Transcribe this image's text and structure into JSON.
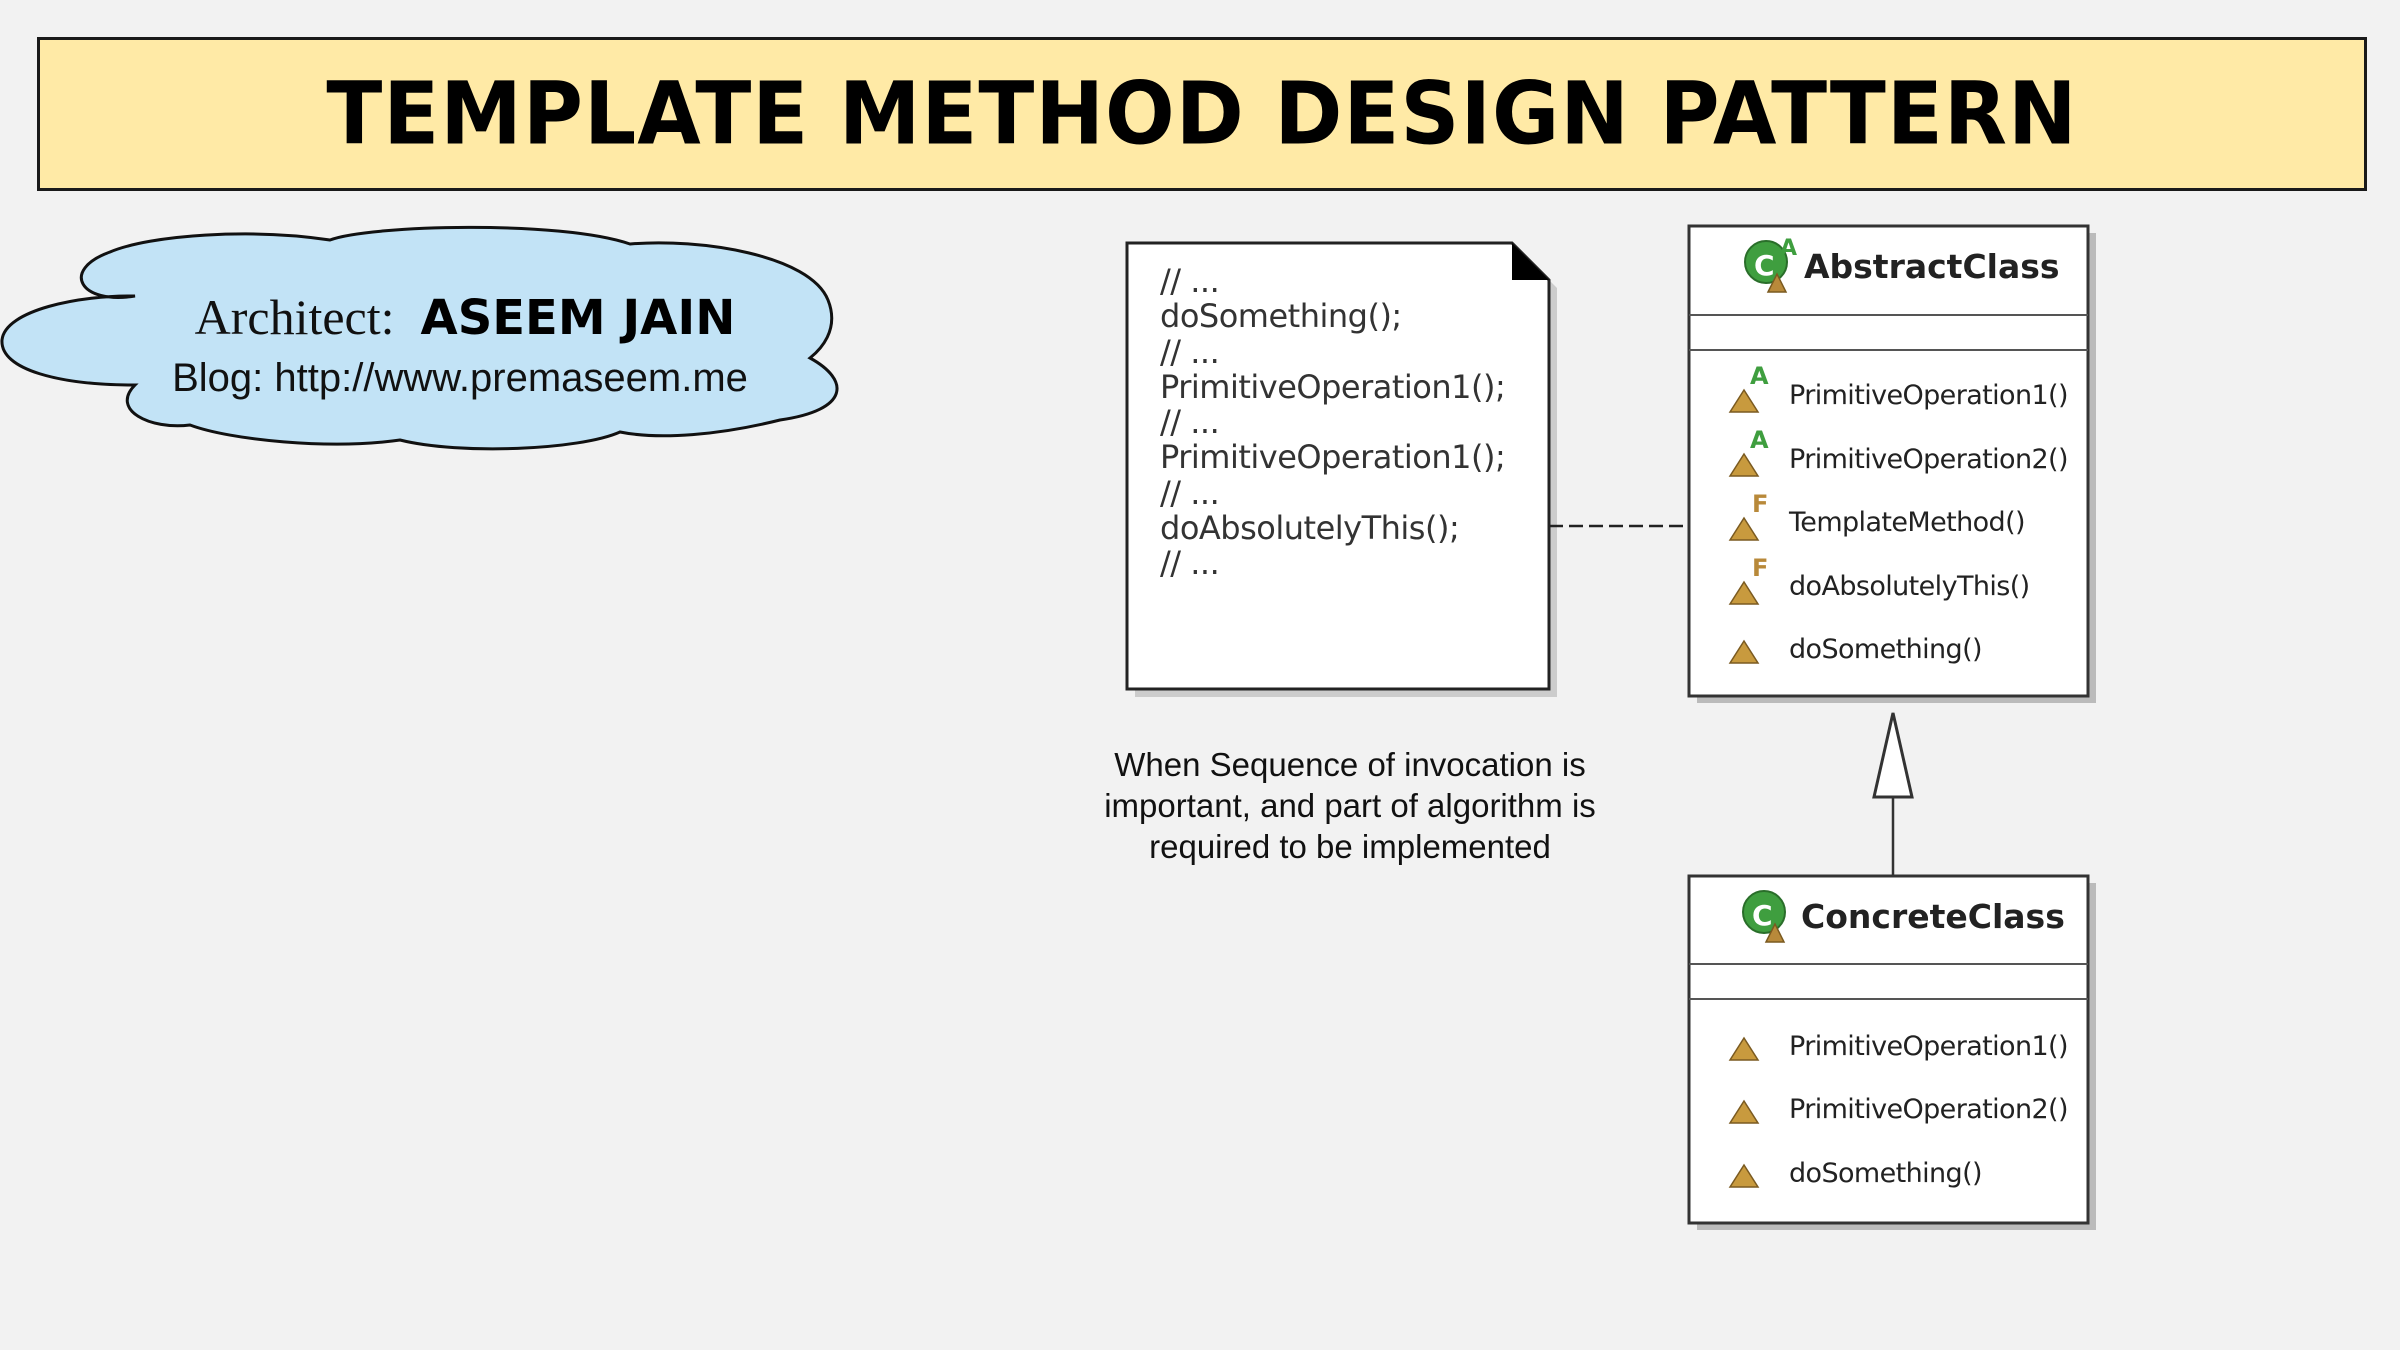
{
  "banner": {
    "title": "TEMPLATE METHOD DESIGN PATTERN"
  },
  "author": {
    "label": "Architect",
    "colon": ":",
    "name": "ASEEM JAIN",
    "blog": "Blog: http://www.premaseem.me"
  },
  "note": {
    "lines": [
      "// ...",
      "doSomething();",
      "// ...",
      "PrimitiveOperation1();",
      "// ...",
      "PrimitiveOperation1();",
      "// ...",
      "doAbsolutelyThis();",
      "// ..."
    ]
  },
  "caption": {
    "lines": [
      "When Sequence of invocation is",
      "important, and part of algorithm is",
      "required to be implemented"
    ]
  },
  "abstract_class": {
    "name": "AbstractClass",
    "badge": "A",
    "operations": [
      {
        "name": "PrimitiveOperation1()",
        "modifier": "A"
      },
      {
        "name": "PrimitiveOperation2()",
        "modifier": "A"
      },
      {
        "name": "TemplateMethod()",
        "modifier": "F"
      },
      {
        "name": "doAbsolutelyThis()",
        "modifier": "F"
      },
      {
        "name": "doSomething()",
        "modifier": ""
      }
    ]
  },
  "concrete_class": {
    "name": "ConcreteClass",
    "operations": [
      {
        "name": "PrimitiveOperation1()"
      },
      {
        "name": "PrimitiveOperation2()"
      },
      {
        "name": "doSomething()"
      }
    ]
  },
  "colors": {
    "banner_bg": "#ffeaa6",
    "cloud_bg": "#c2e3f6",
    "class_icon_green": "#3f9e3f",
    "method_icon": "#b8893a",
    "modifier_abstract": "#3f9e3f",
    "modifier_final": "#b8893a"
  },
  "icons": {
    "class": "class-icon",
    "method": "protected-method-icon"
  }
}
